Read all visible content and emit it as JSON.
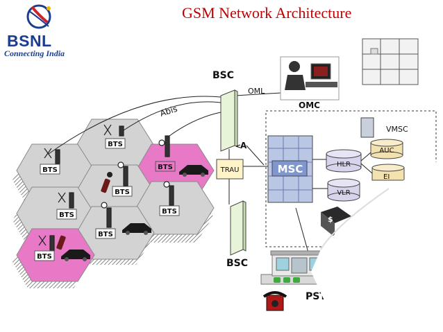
{
  "title": "GSM Network Architecture",
  "brand": {
    "name": "BSNL",
    "tagline": "Connecting India"
  },
  "labels": {
    "bts": [
      "BTS",
      "BTS",
      "BTS",
      "BTS",
      "BTS",
      "BTS",
      "BTS",
      "BTS"
    ],
    "bsc_top": "BSC",
    "bsc_bottom": "BSC",
    "oml": "OML",
    "omc": "OMC",
    "abis": "Abis",
    "a": "A",
    "trau": "TRAU",
    "msc": "MSC",
    "vmsc": "VMSC",
    "hlr": "HLR",
    "auc": "AUC",
    "eir": "EI",
    "vlr": "VLR",
    "pstn": "PSTN"
  },
  "colors": {
    "title": "#c00000",
    "brand": "#1b3d8f",
    "cell_grey": "#d3d3d3",
    "cell_pink": "#e879c6",
    "msc_box": "#8fa8d8"
  }
}
